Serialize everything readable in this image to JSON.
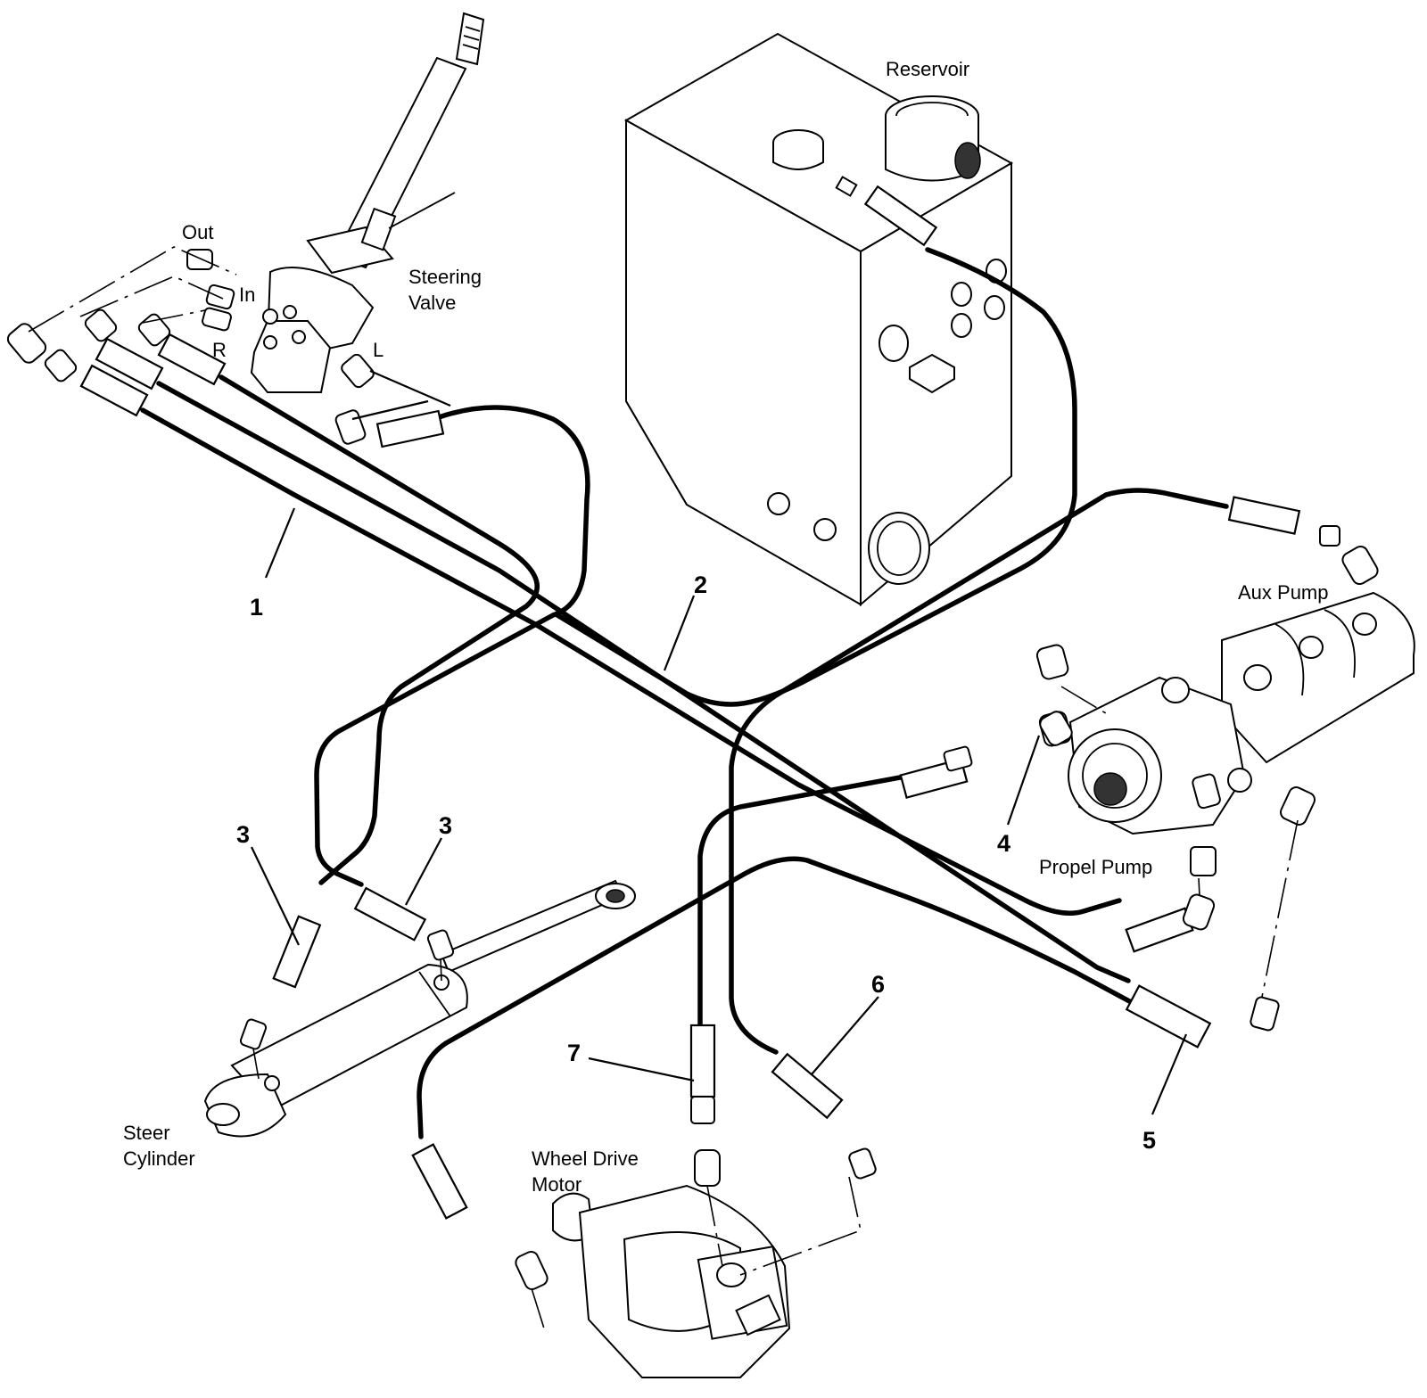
{
  "labels": {
    "reservoir": "Reservoir",
    "steering_valve_1": "Steering",
    "steering_valve_2": "Valve",
    "port_out": "Out",
    "port_in": "In",
    "port_r": "R",
    "port_l": "L",
    "aux_pump": "Aux Pump",
    "propel_pump": "Propel Pump",
    "steer_cylinder_1": "Steer",
    "steer_cylinder_2": "Cylinder",
    "wheel_motor_1": "Wheel Drive",
    "wheel_motor_2": "Motor"
  },
  "callouts": {
    "c1": "1",
    "c2": "2",
    "c3a": "3",
    "c3b": "3",
    "c4": "4",
    "c5": "5",
    "c6": "6",
    "c7": "7"
  }
}
